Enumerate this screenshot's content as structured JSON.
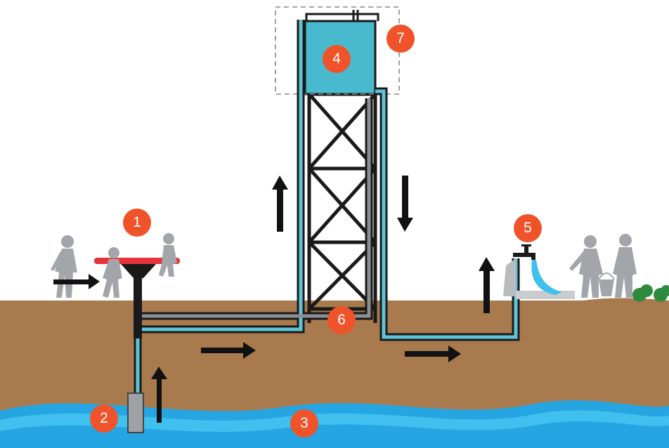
{
  "colors": {
    "sky": "#ffffff",
    "soil": "#a87a4e",
    "water": "#25a6e2",
    "water_light": "#3fc0ee",
    "pipe": "#5ec4d8",
    "pipe_outline": "#1a1a1a",
    "tank": "#49b9cd",
    "tower": "#1a1a1a",
    "arrow": "#111111",
    "marker": "#f0532a",
    "roundabout": "#e8323a",
    "people": "#a2a6aa",
    "shrub": "#2e8b3e"
  },
  "markers": [
    "1",
    "2",
    "3",
    "4",
    "5",
    "6",
    "7"
  ],
  "icons": [
    "person-icon",
    "water-tap-icon",
    "bucket-icon",
    "shrub-icon",
    "flow-arrow-icon"
  ]
}
